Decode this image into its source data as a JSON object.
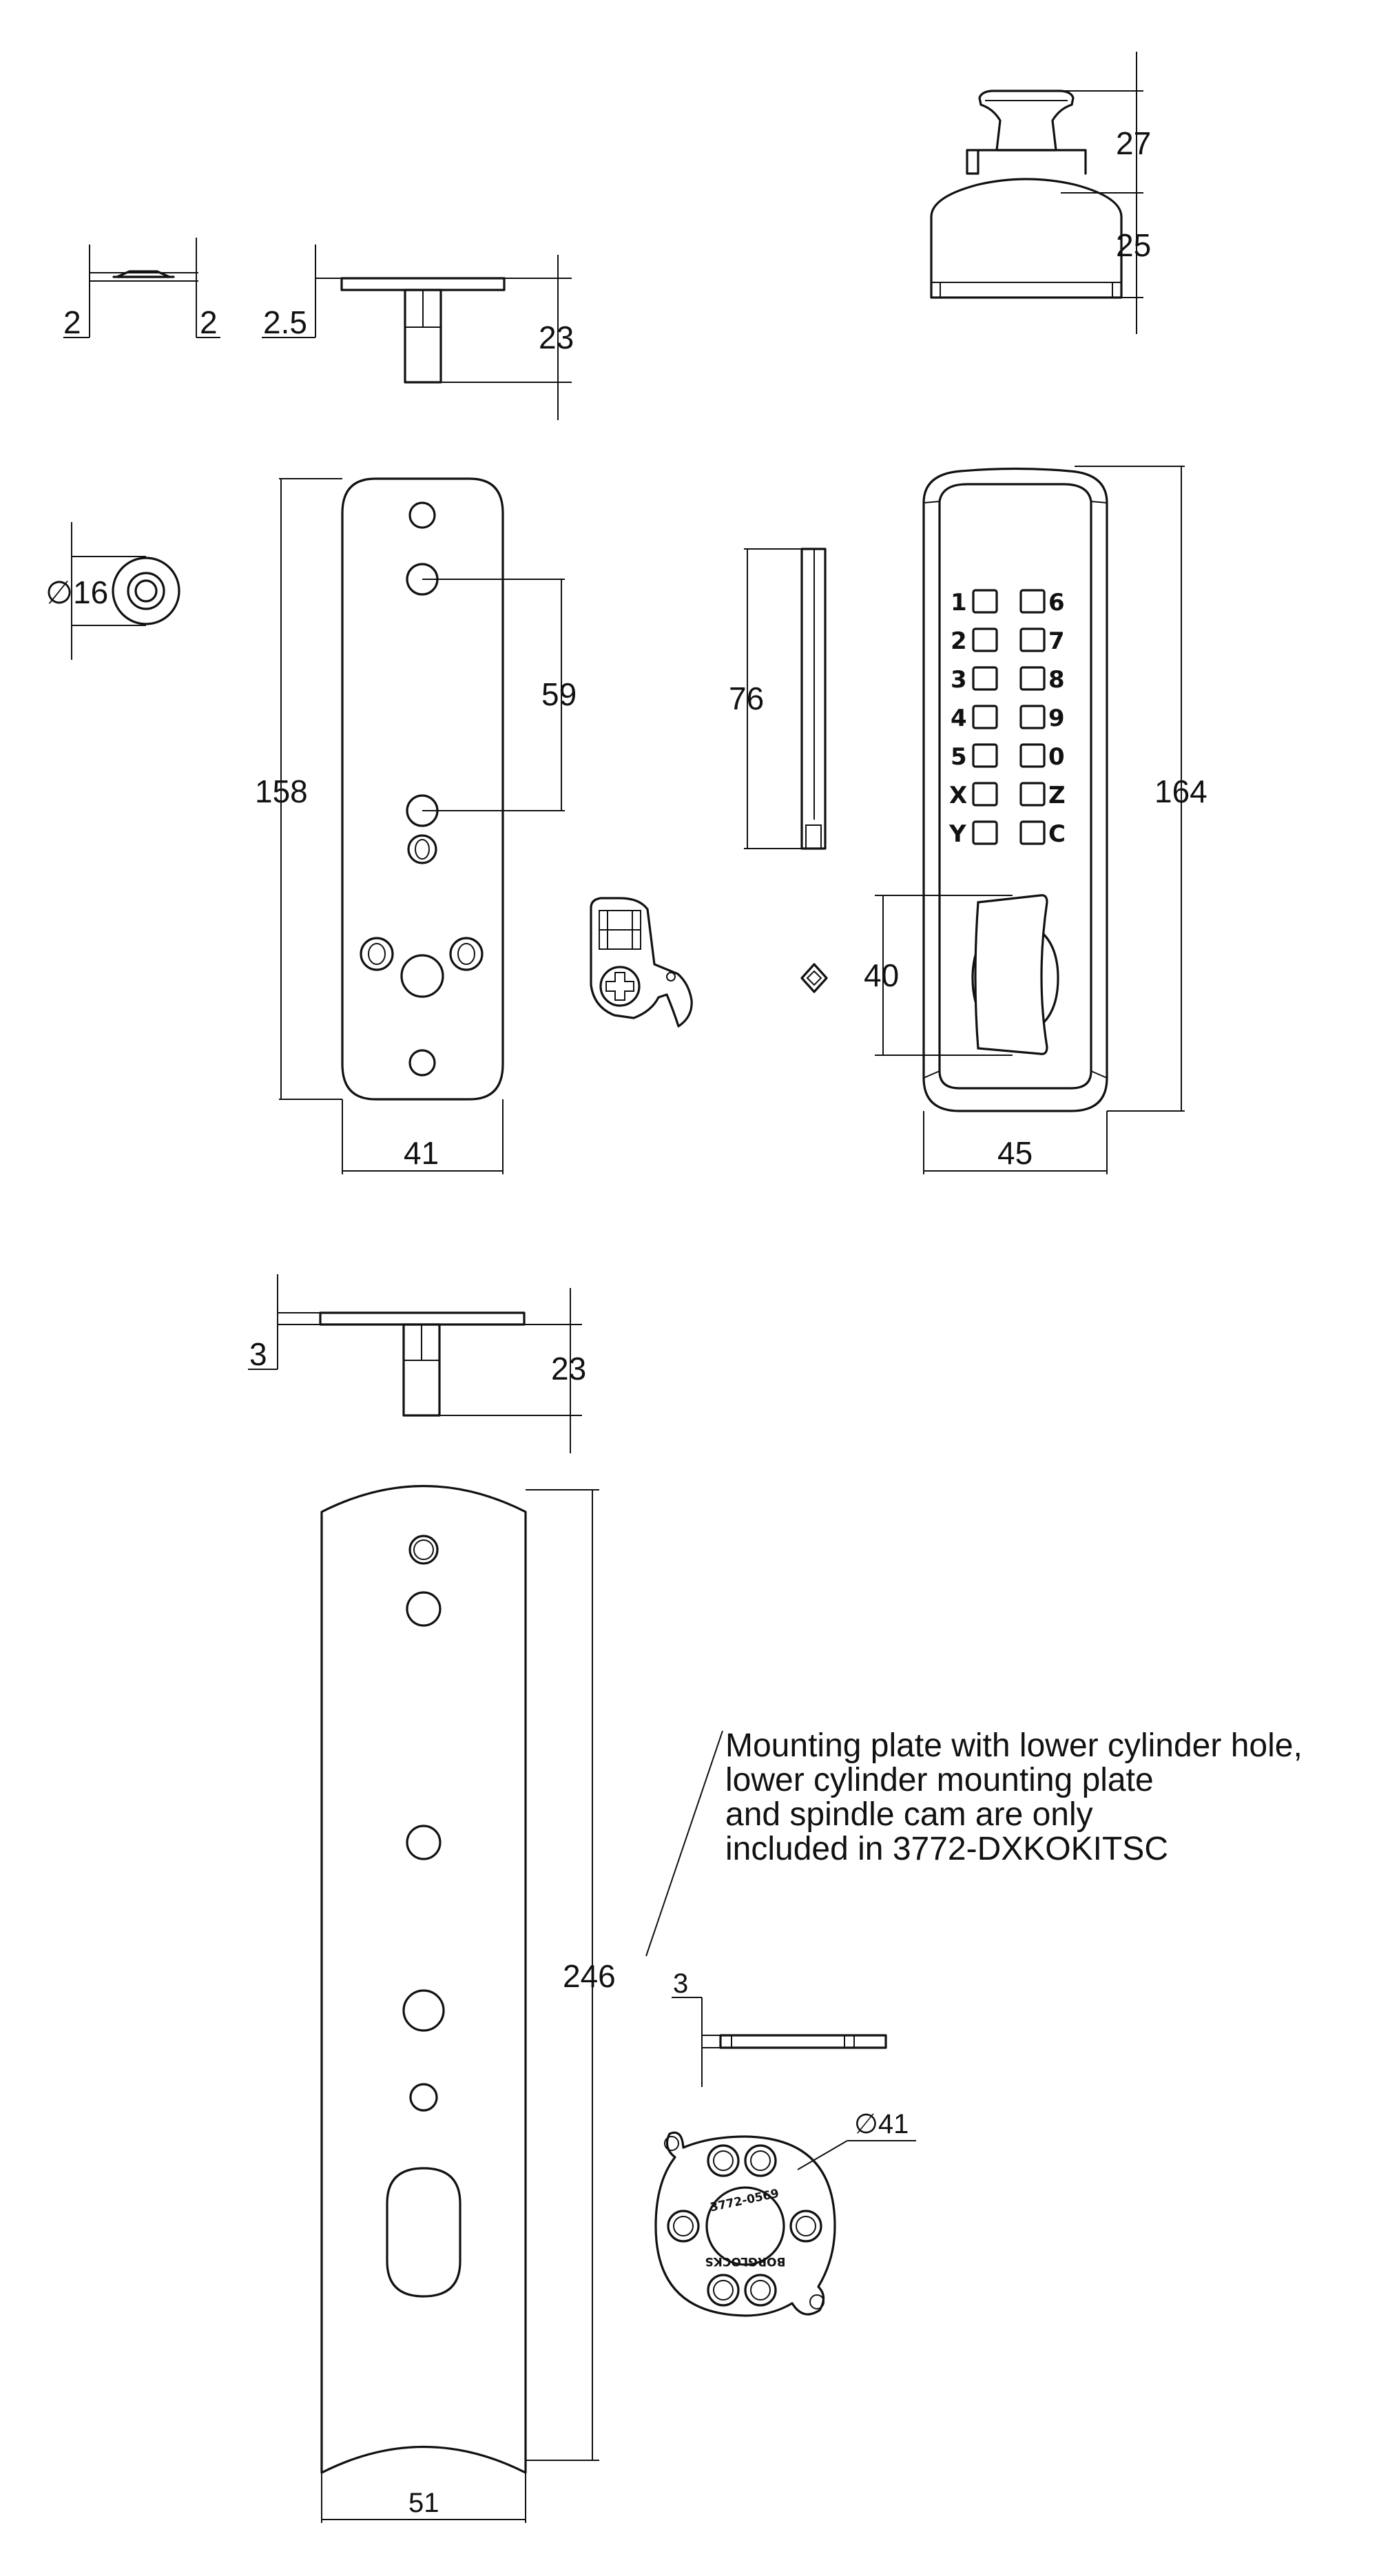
{
  "drawing": {
    "dimensions": {
      "knob_height": "27",
      "knob_base_height": "25",
      "washer_left": "2",
      "washer_right": "2",
      "cam_flange": "2.5",
      "cam_spindle_length": "23",
      "washer_diameter": "∅16",
      "mount_plate_height": "158",
      "mount_plate_hole_spacing": "59",
      "mount_plate_width": "41",
      "spindle_length": "76",
      "keypad_height": "164",
      "keypad_width": "45",
      "thumbturn_height": "40",
      "lower_cam_flange": "3",
      "lower_cam_spindle_length": "23",
      "long_plate_height": "246",
      "long_plate_width": "51",
      "lower_cylinder_plate_thickness": "3",
      "lower_cylinder_plate_diameter": "∅41"
    },
    "keypad_keys": [
      "1",
      "6",
      "2",
      "7",
      "3",
      "8",
      "4",
      "9",
      "5",
      "0",
      "X",
      "Z",
      "Y",
      "C"
    ],
    "note": [
      "Mounting plate with lower cylinder hole,",
      "lower cylinder mounting plate",
      "and spindle cam are only",
      "included in 3772-DXKOKITSC"
    ],
    "stamp": {
      "top": "3772-0569",
      "bottom": "BORGLOCKS"
    }
  }
}
